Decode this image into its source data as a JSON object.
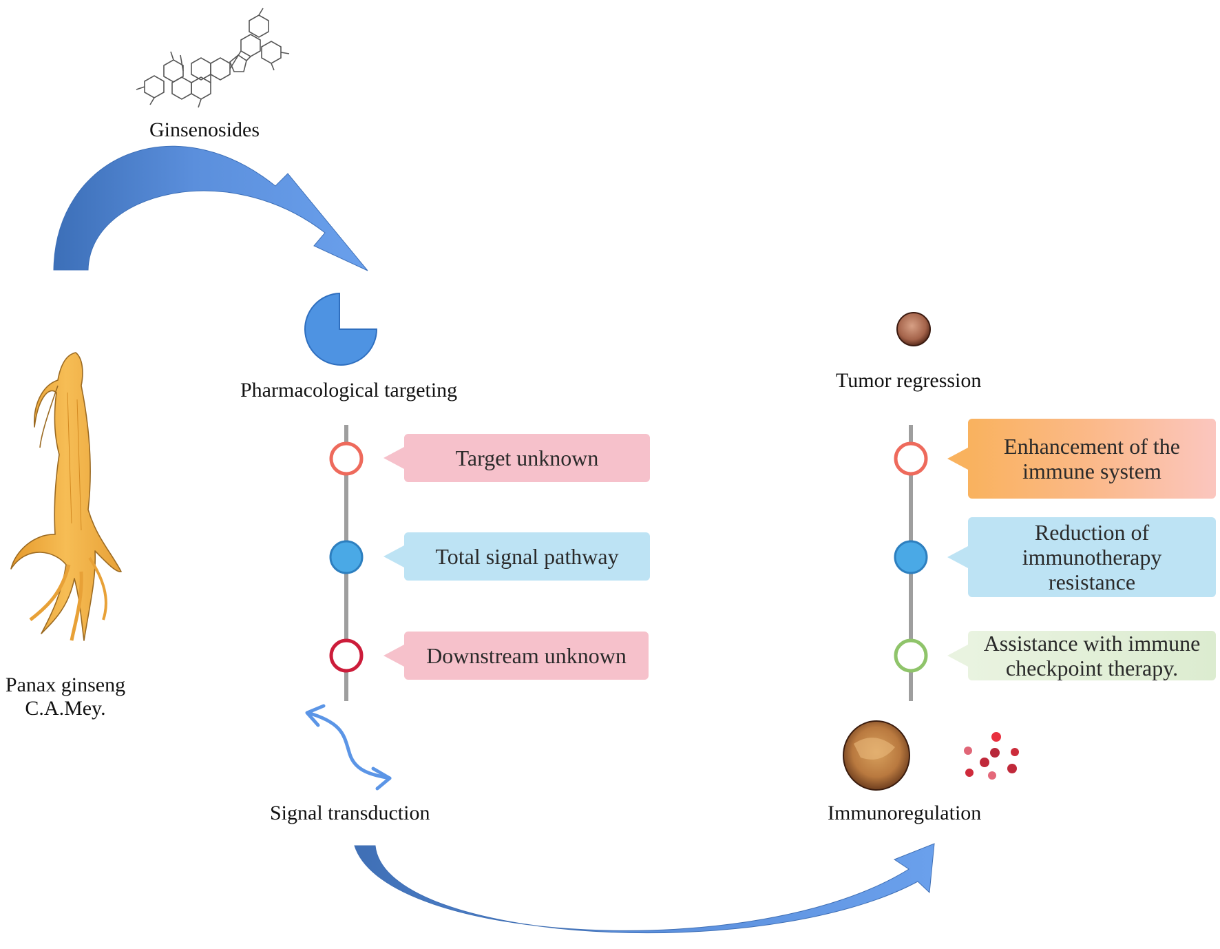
{
  "labels": {
    "ginsenosides": "Ginsenosides",
    "panax_line1": "Panax ginseng",
    "panax_line2": "C.A.Mey.",
    "pharmacological_targeting": "Pharmacological targeting",
    "tumor_regression": "Tumor regression",
    "signal_transduction": "Signal transduction",
    "immunoregulation": "Immunoregulation"
  },
  "left_timeline": [
    {
      "text": "Target unknown",
      "marker": "hollow-red"
    },
    {
      "text": "Total signal pathway",
      "marker": "filled-blue"
    },
    {
      "text": "Downstream unknown",
      "marker": "hollow-crimson"
    }
  ],
  "right_timeline": [
    {
      "line1": "Enhancement of the",
      "line2": "immune system",
      "marker": "hollow-red"
    },
    {
      "line1": "Reduction of",
      "line2": "immunotherapy",
      "line3": "resistance",
      "marker": "filled-blue"
    },
    {
      "line1": "Assistance with immune",
      "line2": "checkpoint therapy.",
      "marker": "hollow-green"
    }
  ],
  "colors": {
    "arrow_blue": "#5b95e6",
    "arrow_dark": "#3c6fb8",
    "pink": "#f6c1cb",
    "light_blue": "#bde3f4",
    "orange": "#f9b25e",
    "green": "#dcecd0",
    "marker_red": "#ee6a5c",
    "marker_blue": "#4aa9e6",
    "marker_crimson": "#cc1c3a",
    "marker_green": "#8fc46a",
    "ginseng": "#f3b445"
  }
}
